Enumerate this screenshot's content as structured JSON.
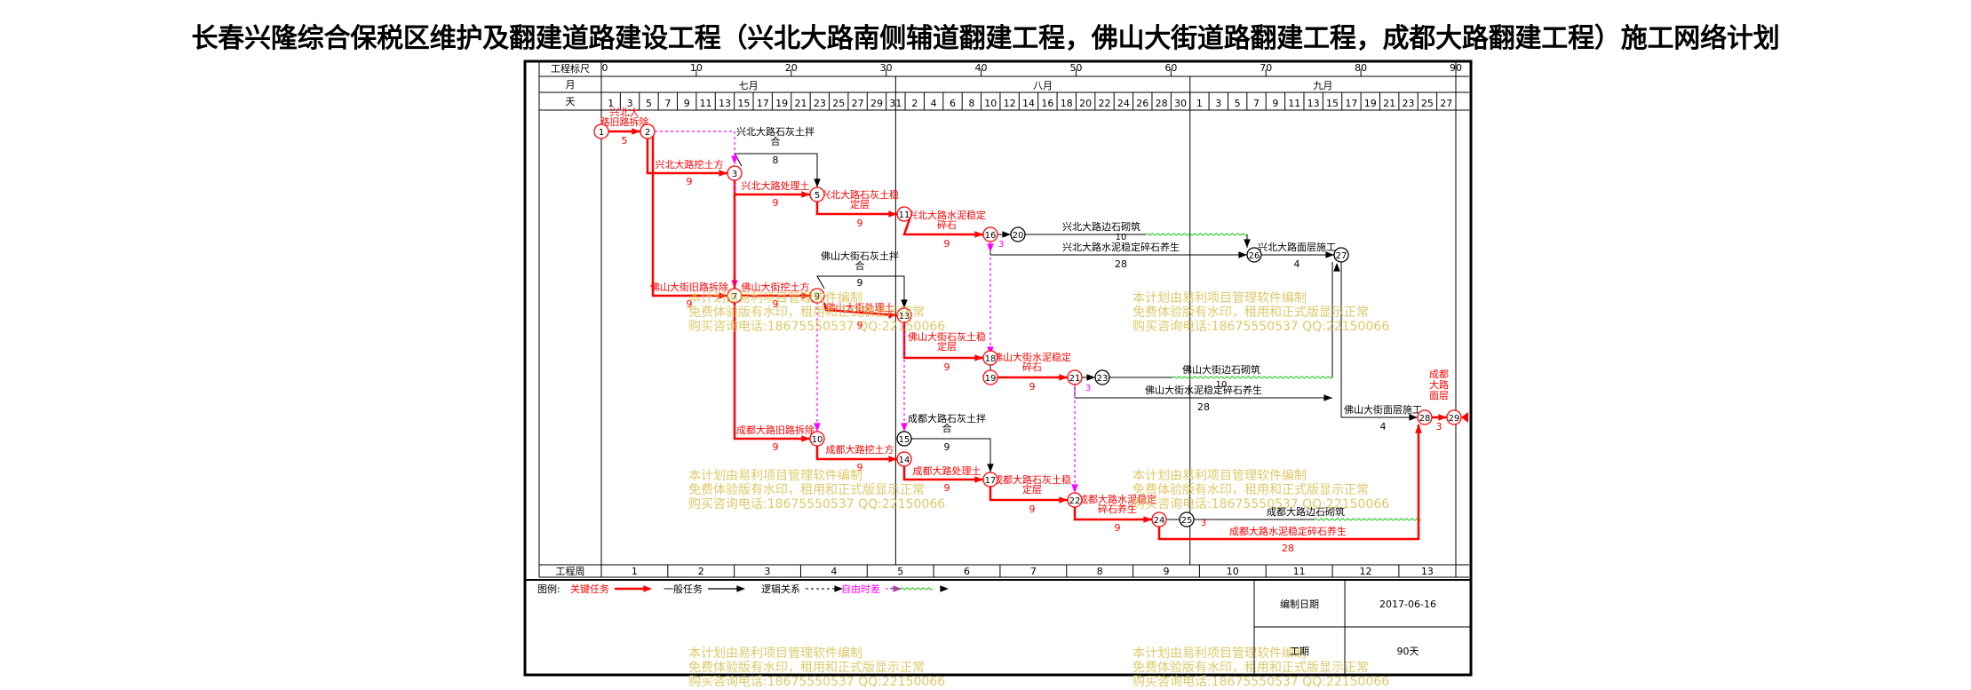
{
  "title": "长春兴隆综合保税区维护及翻建道路建设工程（兴北大路南侧辅道翻建工程，佛山大街道路翻建工程，成都大路翻建工程）施工网络计划",
  "header_rows": {
    "ruler_label": "工程标尺",
    "month_label": "月",
    "day_label": "天",
    "week_label": "工程周",
    "ruler_ticks": [
      "0",
      "10",
      "20",
      "30",
      "40",
      "50",
      "60",
      "70",
      "80",
      "90"
    ],
    "months": [
      "七月",
      "八月",
      "九月"
    ],
    "days": [
      "1",
      "3",
      "5",
      "7",
      "9",
      "11",
      "13",
      "15",
      "17",
      "19",
      "21",
      "23",
      "25",
      "27",
      "29",
      "31",
      "2",
      "4",
      "6",
      "8",
      "10",
      "12",
      "14",
      "16",
      "18",
      "20",
      "22",
      "24",
      "26",
      "28",
      "30",
      "1",
      "3",
      "5",
      "7",
      "9",
      "11",
      "13",
      "15",
      "17",
      "19",
      "21",
      "23",
      "25",
      "27"
    ],
    "weeks": [
      "1",
      "2",
      "3",
      "4",
      "5",
      "6",
      "7",
      "8",
      "9",
      "10",
      "11",
      "12",
      "13"
    ]
  },
  "nodes": [
    "1",
    "2",
    "3",
    "5",
    "11",
    "16",
    "20",
    "26",
    "27",
    "7",
    "9",
    "13",
    "18",
    "19",
    "21",
    "23",
    "10",
    "15",
    "14",
    "17",
    "22",
    "24",
    "25",
    "28",
    "29"
  ],
  "tasks": [
    {
      "id": "t1",
      "label": "兴北大路拆除",
      "duration": "5",
      "type": "critical"
    },
    {
      "id": "t2",
      "label": "兴北大路挖土方",
      "duration": "9",
      "type": "critical"
    },
    {
      "id": "t3",
      "label": "兴北大路处理土",
      "duration": "9",
      "type": "critical"
    },
    {
      "id": "t4",
      "label": "兴北大路石灰土拌合",
      "duration": "8",
      "type": "normal"
    },
    {
      "id": "t5",
      "label": "兴北大路石灰土稳定层",
      "duration": "9",
      "type": "critical"
    },
    {
      "id": "t6",
      "label": "兴北大路水泥稳定碎石",
      "duration": "9",
      "type": "critical"
    },
    {
      "id": "t7",
      "label": "兴北大路边石砌筑",
      "duration": "",
      "type": "normal"
    },
    {
      "id": "t8",
      "label": "兴北大路水泥稳定碎石养生",
      "duration": "28",
      "type": "normal"
    },
    {
      "id": "t9",
      "label": "兴北大路面层施工",
      "duration": "4",
      "type": "normal"
    },
    {
      "id": "t10",
      "label": "佛山大街旧路拆除",
      "duration": "9",
      "type": "critical"
    },
    {
      "id": "t11",
      "label": "佛山大街挖土方",
      "duration": "9",
      "type": "critical"
    },
    {
      "id": "t12",
      "label": "佛山大街石灰土拌合",
      "duration": "9",
      "type": "normal"
    },
    {
      "id": "t13",
      "label": "佛山大街处理土",
      "duration": "9",
      "type": "critical"
    },
    {
      "id": "t14",
      "label": "佛山大街石灰土稳定层",
      "duration": "9",
      "type": "critical"
    },
    {
      "id": "t15",
      "label": "佛山大街水泥稳定碎石",
      "duration": "9",
      "type": "critical"
    },
    {
      "id": "t16",
      "label": "佛山大街边石砌筑",
      "duration": "",
      "type": "normal"
    },
    {
      "id": "t17",
      "label": "佛山大街水泥稳定碎石养生",
      "duration": "28",
      "type": "normal"
    },
    {
      "id": "t18",
      "label": "佛山大街面层施工",
      "duration": "4",
      "type": "normal"
    },
    {
      "id": "t19",
      "label": "成都大路旧路拆除",
      "duration": "9",
      "type": "critical"
    },
    {
      "id": "t20",
      "label": "成都大路挖土方",
      "duration": "9",
      "type": "critical"
    },
    {
      "id": "t21",
      "label": "成都大路石灰土拌合",
      "duration": "9",
      "type": "normal"
    },
    {
      "id": "t22",
      "label": "成都大路处理土",
      "duration": "9",
      "type": "critical"
    },
    {
      "id": "t23",
      "label": "成都大路石灰土稳定层",
      "duration": "9",
      "type": "critical"
    },
    {
      "id": "t24",
      "label": "成都大路水泥稳定碎石养生",
      "duration": "9",
      "type": "critical"
    },
    {
      "id": "t25",
      "label": "成都大路边石砌筑",
      "duration": "",
      "type": "normal"
    },
    {
      "id": "t26",
      "label": "成都大路水泥稳定碎石养生",
      "duration": "28",
      "type": "critical"
    },
    {
      "id": "t27",
      "label": "成都大路面层",
      "duration": "3",
      "type": "critical"
    }
  ],
  "float_labels": [
    "3",
    "3"
  ],
  "watermark_lines": [
    "本计划由易利项目管理软件编制",
    "免费体验版有水印，租用和正式版显示正常",
    "购买咨询电话:18675550537 QQ:22150066"
  ],
  "legend": {
    "prefix": "图例:",
    "items": [
      {
        "label": "关键任务",
        "color": "#ff0000"
      },
      {
        "label": "一般任务",
        "color": "#000000"
      },
      {
        "label": "逻辑关系",
        "color": "#000000"
      },
      {
        "label": "自由时差",
        "color": "#ff00ff"
      }
    ]
  },
  "info": {
    "date_label": "编制日期",
    "date_value": "2017-06-16",
    "duration_label": "工期",
    "duration_value": "90天"
  },
  "colors": {
    "critical": "#ff0000",
    "normal": "#000000",
    "float": "#ff00ff",
    "wave": "#00c000",
    "watermark": "#d8c050"
  }
}
